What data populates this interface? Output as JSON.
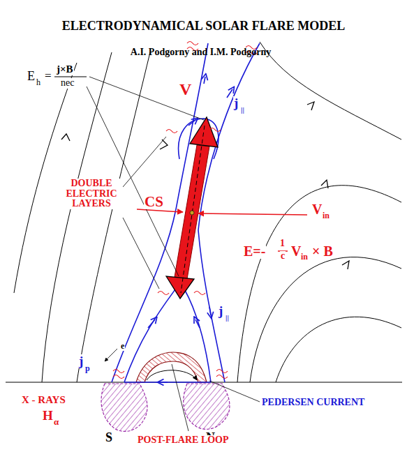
{
  "diagram": {
    "title": "ELECTRODYNAMICAL SOLAR FLARE MODEL",
    "labels": [
      "A.I. Podgorny and I.M. Podgorny",
      "E",
      "h",
      "=",
      "j×B",
      "nec",
      "V",
      "j",
      "||",
      "DOUBLE ELECTRIC LAYERS",
      "CS",
      "V",
      "in",
      "E=-",
      "1",
      "c",
      "V",
      "in",
      "× B",
      "j",
      "||",
      "j",
      "p",
      "e",
      "X - RAYS",
      "H",
      "α",
      "PEDERSEN CURRENT",
      "S",
      "N",
      "POST-FLARE LOOP"
    ]
  }
}
